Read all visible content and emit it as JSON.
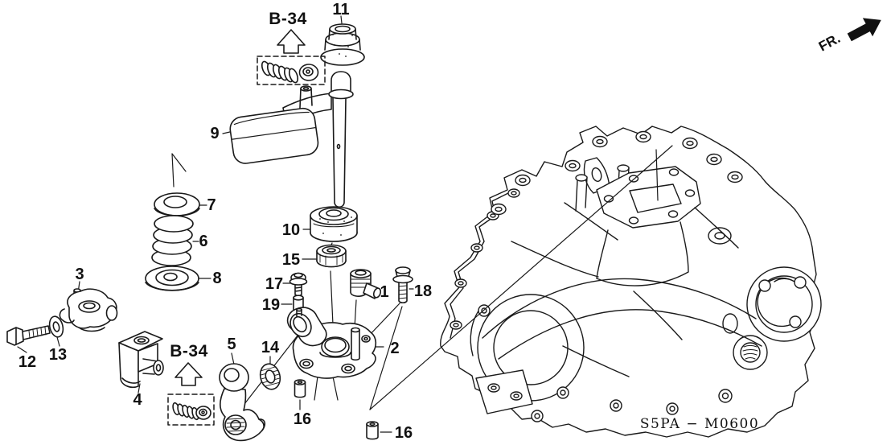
{
  "diagram": {
    "front_label": "FR.",
    "drawing_code": "S5PA − M0600",
    "section_ref_top": "B-34",
    "section_ref_bottom": "B-34",
    "callouts": {
      "p1": "1",
      "p2": "2",
      "p3": "3",
      "p4": "4",
      "p5": "5",
      "p6": "6",
      "p7": "7",
      "p8": "8",
      "p9": "9",
      "p10": "10",
      "p11": "11",
      "p12": "12",
      "p13": "13",
      "p14": "14",
      "p15": "15",
      "p16a": "16",
      "p16b": "16",
      "p17": "17",
      "p18": "18",
      "p19": "19"
    }
  }
}
